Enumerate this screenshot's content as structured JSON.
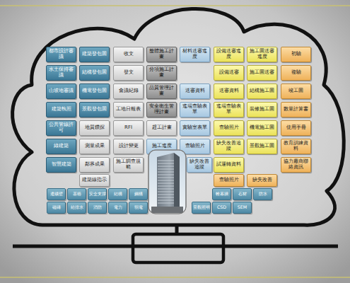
{
  "diagram": {
    "nodes": [
      {
        "text": [
          "都市設計審議"
        ]
      },
      {
        "text": [
          "建築發包圖"
        ]
      },
      {
        "text": [
          "收文"
        ]
      },
      {
        "text": [
          "整體施工計畫"
        ]
      },
      {
        "text": [
          "材料送審進度"
        ]
      },
      {
        "text": [
          "設備送審進度"
        ]
      },
      {
        "text": [
          "施工圖送審進度"
        ]
      },
      {
        "text": [
          "初驗"
        ]
      },
      {
        "text": [
          "水土保持審議"
        ]
      },
      {
        "text": [
          "結構發包圖"
        ]
      },
      {
        "text": [
          "發文"
        ]
      },
      {
        "text": [
          "分項施工計畫"
        ]
      },
      {
        "text": [
          "設備送審"
        ]
      },
      {
        "text": [
          "施工圖送審"
        ]
      },
      {
        "text": [
          "複驗"
        ]
      },
      {
        "text": [
          "山坡地審議"
        ]
      },
      {
        "text": [
          "機電發包圖"
        ]
      },
      {
        "text": [
          "會議紀錄"
        ]
      },
      {
        "text": [
          "品質管理計畫"
        ]
      },
      {
        "text": [
          "送審資料"
        ]
      },
      {
        "text": [
          "送審資料"
        ]
      },
      {
        "text": [
          "結構施工圖"
        ]
      },
      {
        "text": [
          "竣工圖"
        ]
      },
      {
        "text": [
          "建築執照"
        ]
      },
      {
        "text": [
          "景觀發包圖"
        ]
      },
      {
        "text": [
          "工地日報表"
        ]
      },
      {
        "text": [
          "安全衛生管理計畫"
        ]
      },
      {
        "text": [
          "進場查驗表單"
        ]
      },
      {
        "text": [
          "進場查驗表單"
        ]
      },
      {
        "text": [
          "裝修施工圖"
        ]
      },
      {
        "text": [
          "數量計算書"
        ]
      },
      {
        "text": [
          "公共管線許可"
        ]
      },
      {
        "text": [
          "地質鑽探"
        ]
      },
      {
        "text": [
          "RFI"
        ]
      },
      {
        "text": [
          "趕工計畫"
        ]
      },
      {
        "text": [
          "實驗室表單"
        ]
      },
      {
        "text": [
          "查驗照片"
        ]
      },
      {
        "text": [
          "機電施工圖"
        ]
      },
      {
        "text": [
          "使用手冊"
        ]
      },
      {
        "text": [
          "綠建築"
        ]
      },
      {
        "text": [
          "測量成果"
        ]
      },
      {
        "text": [
          "設計變更"
        ]
      },
      {
        "text": [
          "施工進度"
        ]
      },
      {
        "text": [
          "查驗照片"
        ]
      },
      {
        "text": [
          "缺失改善追蹤"
        ]
      },
      {
        "text": [
          "景觀施工圖"
        ]
      },
      {
        "text": [
          "教育訓練資料"
        ]
      },
      {
        "text": [
          "智慧建築"
        ]
      },
      {
        "text": [
          "鄰界成果"
        ]
      },
      {
        "text": [
          "施工調查規範"
        ]
      },
      {
        "text": [
          "缺失改善追蹤"
        ]
      },
      {
        "text": [
          "試運轉資料"
        ]
      },
      {
        "text": [
          "協力廠商聯絡資訊"
        ]
      },
      {
        "text": [
          "建築線指示"
        ]
      },
      {
        "text": [
          "查驗照片"
        ]
      },
      {
        "text": [
          "缺失改善"
        ]
      },
      {
        "text": [
          "連續壁"
        ]
      },
      {
        "text": [
          "基樁"
        ]
      },
      {
        "text": [
          "安全支撐"
        ]
      },
      {
        "text": [
          "結構"
        ]
      },
      {
        "text": [
          "鋼構"
        ]
      },
      {
        "text": [
          "帷幕牆"
        ]
      },
      {
        "text": [
          "石材"
        ]
      },
      {
        "text": [
          "防水"
        ]
      },
      {
        "text": [
          "磁磚"
        ]
      },
      {
        "text": [
          "給排水"
        ]
      },
      {
        "text": [
          "消防"
        ]
      },
      {
        "text": [
          "電力"
        ]
      },
      {
        "text": [
          "弱電"
        ]
      },
      {
        "text": [
          "景觀照明"
        ]
      },
      {
        "text": [
          "CSD"
        ]
      },
      {
        "text": [
          "SEM"
        ]
      }
    ]
  }
}
